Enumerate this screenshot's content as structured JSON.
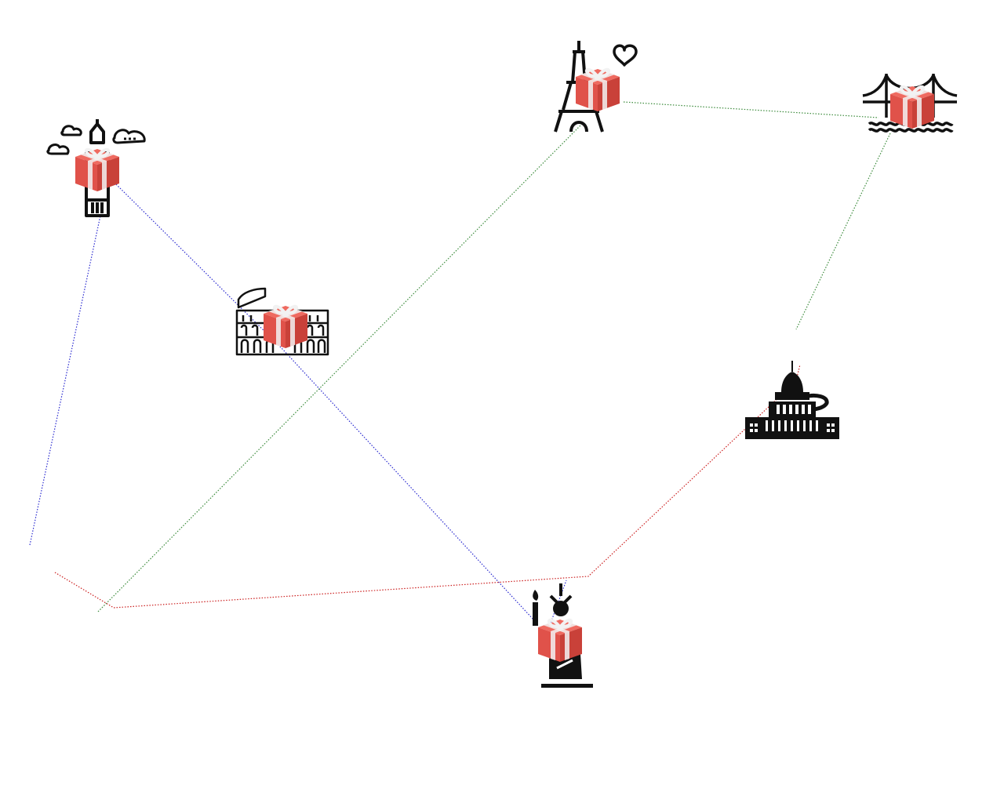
{
  "game": {
    "landmarks": [
      {
        "id": "big-ben",
        "icon": "big-ben-icon",
        "has_gift": true
      },
      {
        "id": "eiffel-tower",
        "icon": "eiffel-tower-icon",
        "has_gift": true
      },
      {
        "id": "golden-gate-bridge",
        "icon": "golden-gate-bridge-icon",
        "has_gift": true
      },
      {
        "id": "colosseum",
        "icon": "colosseum-icon",
        "has_gift": true
      },
      {
        "id": "us-capitol",
        "icon": "capitol-icon",
        "has_gift": false
      },
      {
        "id": "statue-of-liberty",
        "icon": "statue-of-liberty-icon",
        "has_gift": true
      }
    ],
    "routes": [
      {
        "name": "blue-route",
        "color": "#2a2ad0",
        "style": "dotted"
      },
      {
        "name": "green-route",
        "color": "#3a8a3a",
        "style": "dotted"
      },
      {
        "name": "red-route",
        "color": "#cc2020",
        "style": "dotted"
      }
    ],
    "gift_colors": {
      "box": "#e0524a",
      "box_dark": "#c94139",
      "ribbon": "#f2f2f2"
    }
  }
}
